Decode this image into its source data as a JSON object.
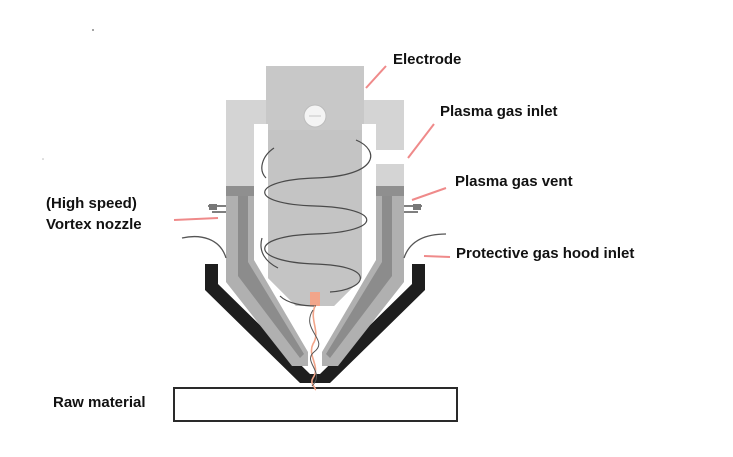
{
  "labels": {
    "electrode": "Electrode",
    "plasma_gas_inlet": "Plasma gas inlet",
    "plasma_gas_vent": "Plasma gas vent",
    "protective_gas_hood_inlet": "Protective gas hood inlet",
    "vortex_nozzle_line1": "(High speed)",
    "vortex_nozzle_line2": "Vortex nozzle",
    "raw_material": "Raw material"
  },
  "colors": {
    "body_light": "#d4d4d4",
    "body_mid": "#b9b9b9",
    "nozzle_dark": "#8c8c8c",
    "hood": "#1e1e1e",
    "leader_line": "#ef8a8a",
    "arc": "#f2a58a",
    "outline": "#2a2a2a"
  }
}
